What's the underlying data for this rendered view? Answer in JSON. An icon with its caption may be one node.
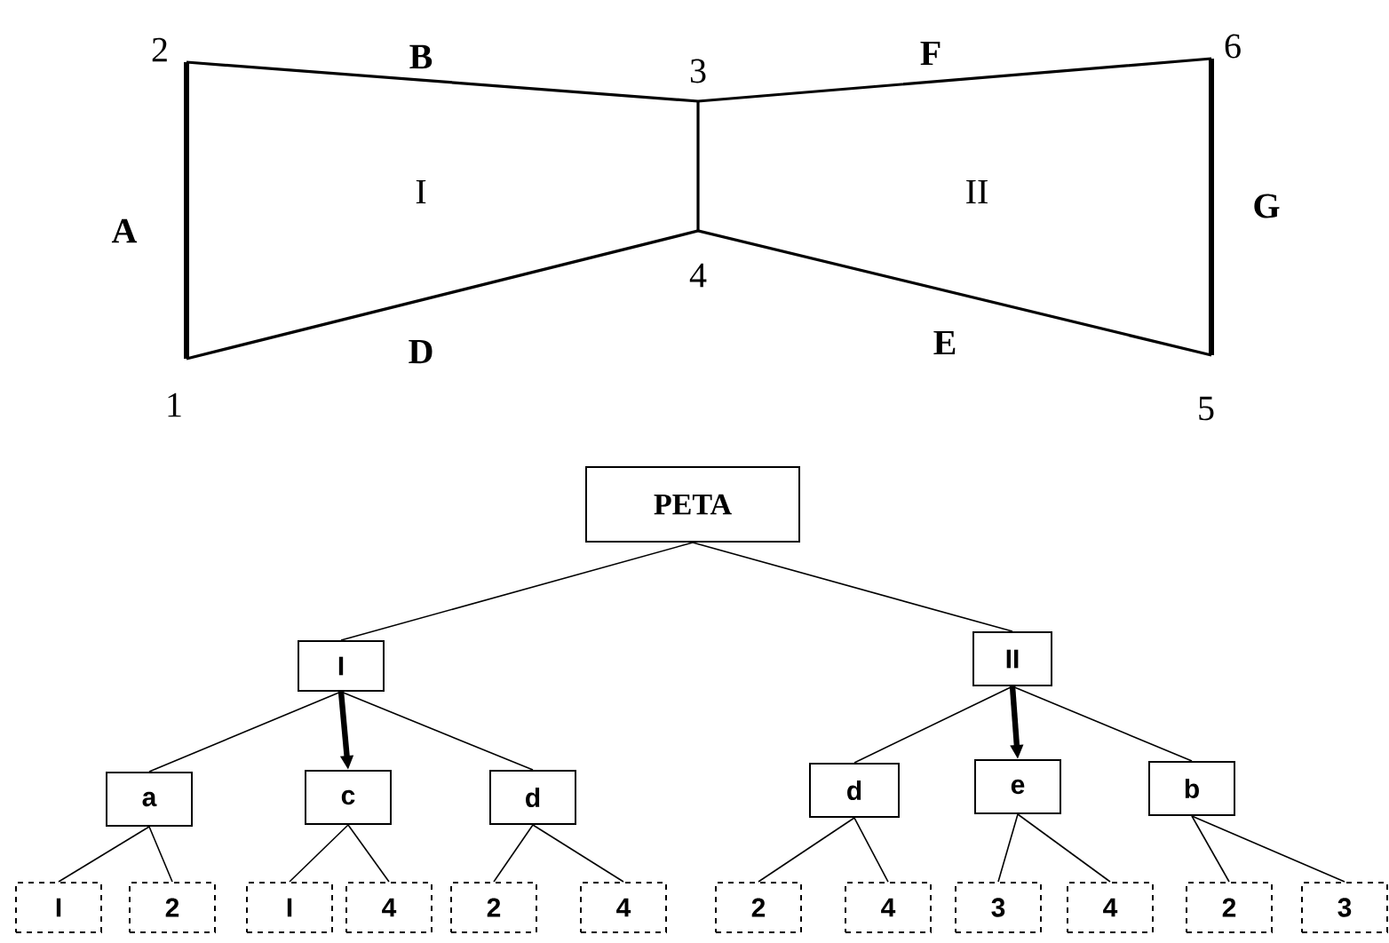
{
  "diagram": {
    "nodes": [
      {
        "text": [
          "PETA"
        ]
      },
      {
        "text": [
          "I"
        ]
      },
      {
        "text": [
          "II"
        ]
      },
      {
        "text": [
          "a"
        ]
      },
      {
        "text": [
          "c"
        ]
      },
      {
        "text": [
          "d"
        ]
      },
      {
        "text": [
          "d"
        ]
      },
      {
        "text": [
          "e"
        ]
      },
      {
        "text": [
          "b"
        ]
      },
      {
        "text": [
          "I"
        ]
      },
      {
        "text": [
          "2"
        ]
      },
      {
        "text": [
          "I"
        ]
      },
      {
        "text": [
          "4"
        ]
      },
      {
        "text": [
          "2"
        ]
      },
      {
        "text": [
          "4"
        ]
      },
      {
        "text": [
          "2"
        ]
      },
      {
        "text": [
          "4"
        ]
      },
      {
        "text": [
          "3"
        ]
      },
      {
        "text": [
          "4"
        ]
      },
      {
        "text": [
          "2"
        ]
      },
      {
        "text": [
          "3"
        ]
      }
    ],
    "edges": [
      {
        "from": 0,
        "to": 1,
        "arrow": "none"
      },
      {
        "from": 0,
        "to": 2,
        "arrow": "none"
      },
      {
        "from": 1,
        "to": 3,
        "arrow": "none"
      },
      {
        "from": 1,
        "to": 4,
        "arrow": "to",
        "style": "thick"
      },
      {
        "from": 1,
        "to": 5,
        "arrow": "none"
      },
      {
        "from": 2,
        "to": 6,
        "arrow": "none"
      },
      {
        "from": 2,
        "to": 7,
        "arrow": "to",
        "style": "thick"
      },
      {
        "from": 2,
        "to": 8,
        "arrow": "none"
      },
      {
        "from": 3,
        "to": 9,
        "arrow": "none"
      },
      {
        "from": 3,
        "to": 10,
        "arrow": "none"
      },
      {
        "from": 4,
        "to": 11,
        "arrow": "none"
      },
      {
        "from": 4,
        "to": 12,
        "arrow": "none"
      },
      {
        "from": 5,
        "to": 13,
        "arrow": "none"
      },
      {
        "from": 5,
        "to": 14,
        "arrow": "none"
      },
      {
        "from": 6,
        "to": 15,
        "arrow": "none"
      },
      {
        "from": 6,
        "to": 16,
        "arrow": "none"
      },
      {
        "from": 7,
        "to": 17,
        "arrow": "none"
      },
      {
        "from": 7,
        "to": 18,
        "arrow": "none"
      },
      {
        "from": 8,
        "to": 19,
        "arrow": "none"
      },
      {
        "from": 8,
        "to": 20,
        "arrow": "none"
      }
    ],
    "labels": [
      "2",
      "B",
      "3",
      "F",
      "6",
      "I",
      "II",
      "A",
      "G",
      "4",
      "D",
      "E",
      "1",
      "5"
    ]
  }
}
